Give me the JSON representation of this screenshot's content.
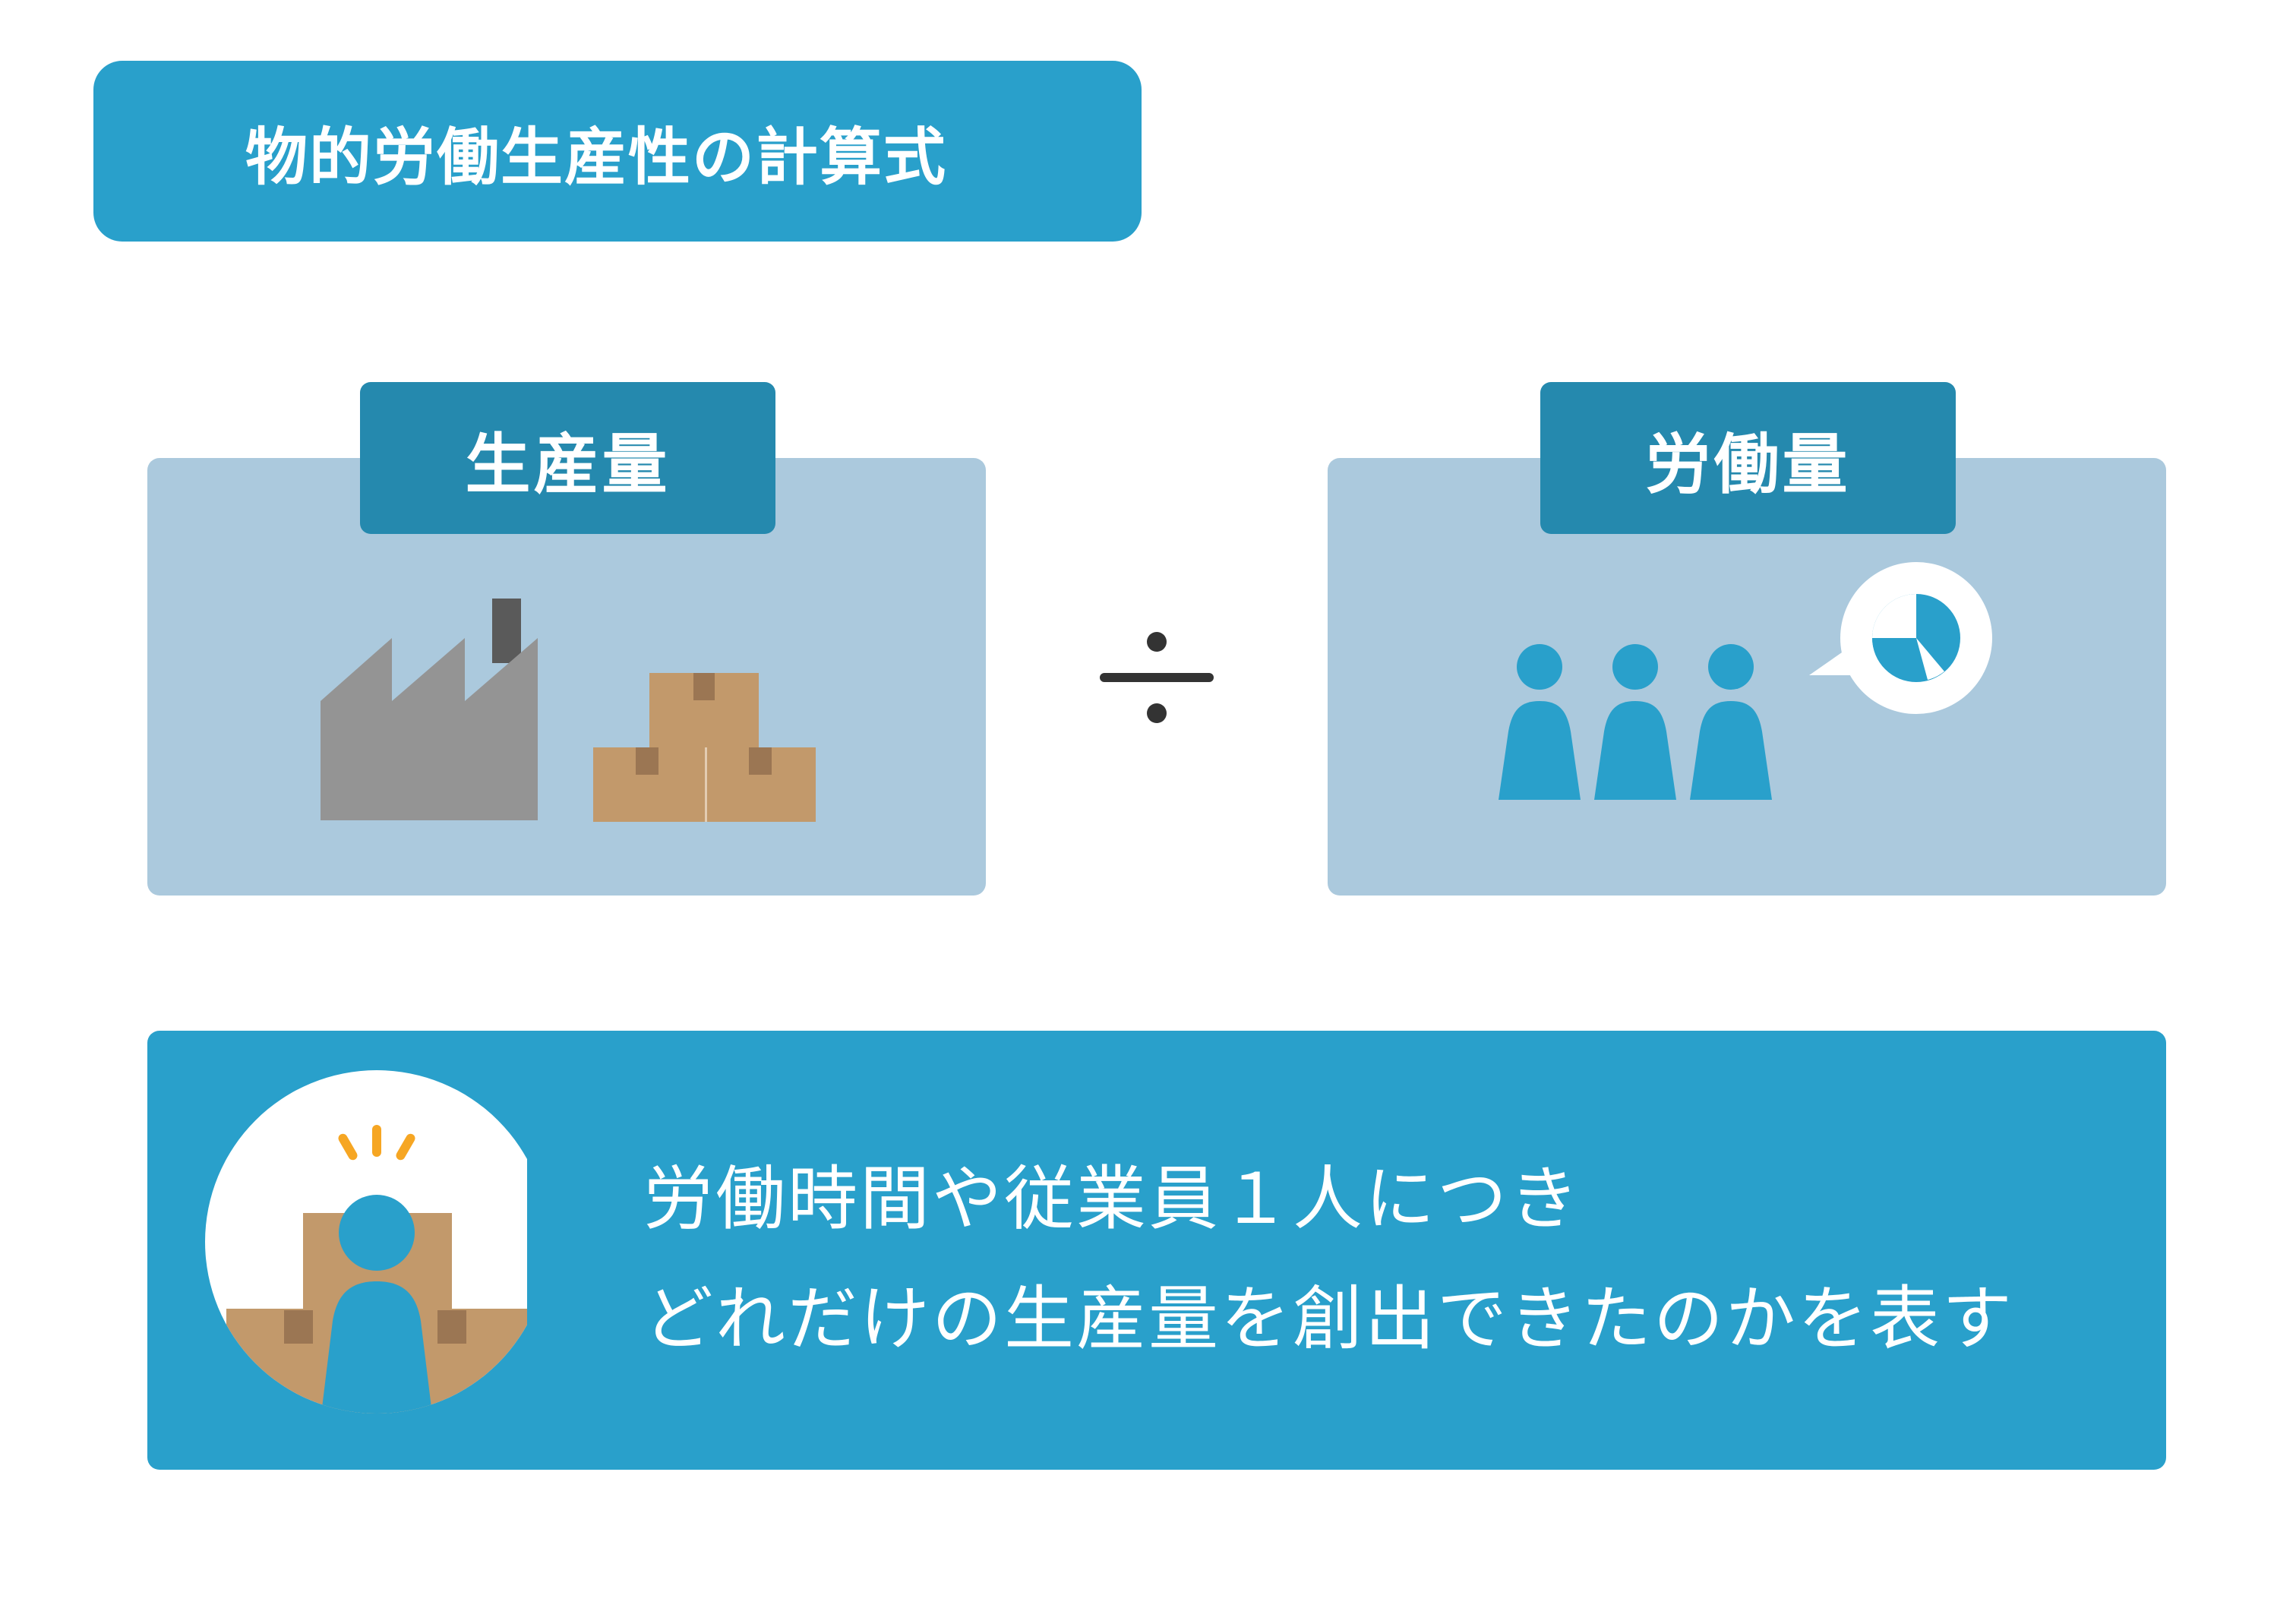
{
  "header": {
    "title": "物的労働生産性の計算式"
  },
  "formula": {
    "numerator": {
      "label": "生産量",
      "illustration": [
        "factory-icon",
        "boxes-icon"
      ]
    },
    "operator": "÷",
    "denominator": {
      "label": "労働量",
      "illustration": [
        "people-icon",
        "clock-speech-icon"
      ]
    }
  },
  "description": {
    "line1": "労働時間や従業員１人につき",
    "line2": "どれだけの生産量を創出できたのかを表す",
    "illustration": "worker-carrying-box-icon"
  },
  "colors": {
    "primary": "#29a0cb",
    "tab": "#2589ae",
    "panel": "#abc9dd",
    "box": "#c2996b",
    "factory": "#949494",
    "accent": "#f6a623"
  }
}
